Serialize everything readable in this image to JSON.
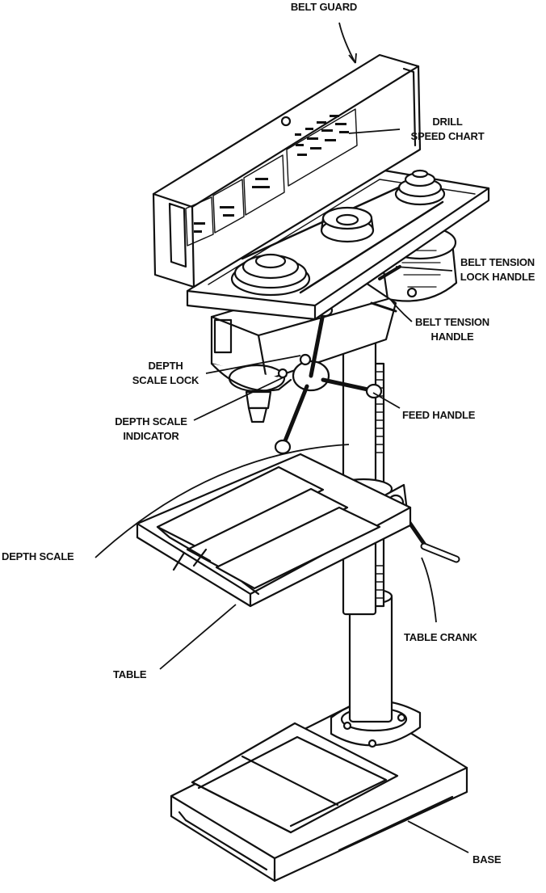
{
  "colors": {
    "ink": "#111111",
    "paper": "#ffffff"
  },
  "labels": {
    "belt_guard": "BELT GUARD",
    "drill_speed_chart": [
      "DRILL",
      "SPEED CHART"
    ],
    "belt_tension_lock_handle": [
      "BELT TENSION",
      "LOCK HANDLE"
    ],
    "belt_tension_handle": [
      "BELT TENSION",
      "HANDLE"
    ],
    "depth_scale_lock": [
      "DEPTH",
      "SCALE LOCK"
    ],
    "depth_scale_indicator": [
      "DEPTH SCALE",
      "INDICATOR"
    ],
    "feed_handle": "FEED HANDLE",
    "depth_scale": "DEPTH SCALE",
    "table_crank": "TABLE CRANK",
    "table": "TABLE",
    "base": "BASE"
  }
}
